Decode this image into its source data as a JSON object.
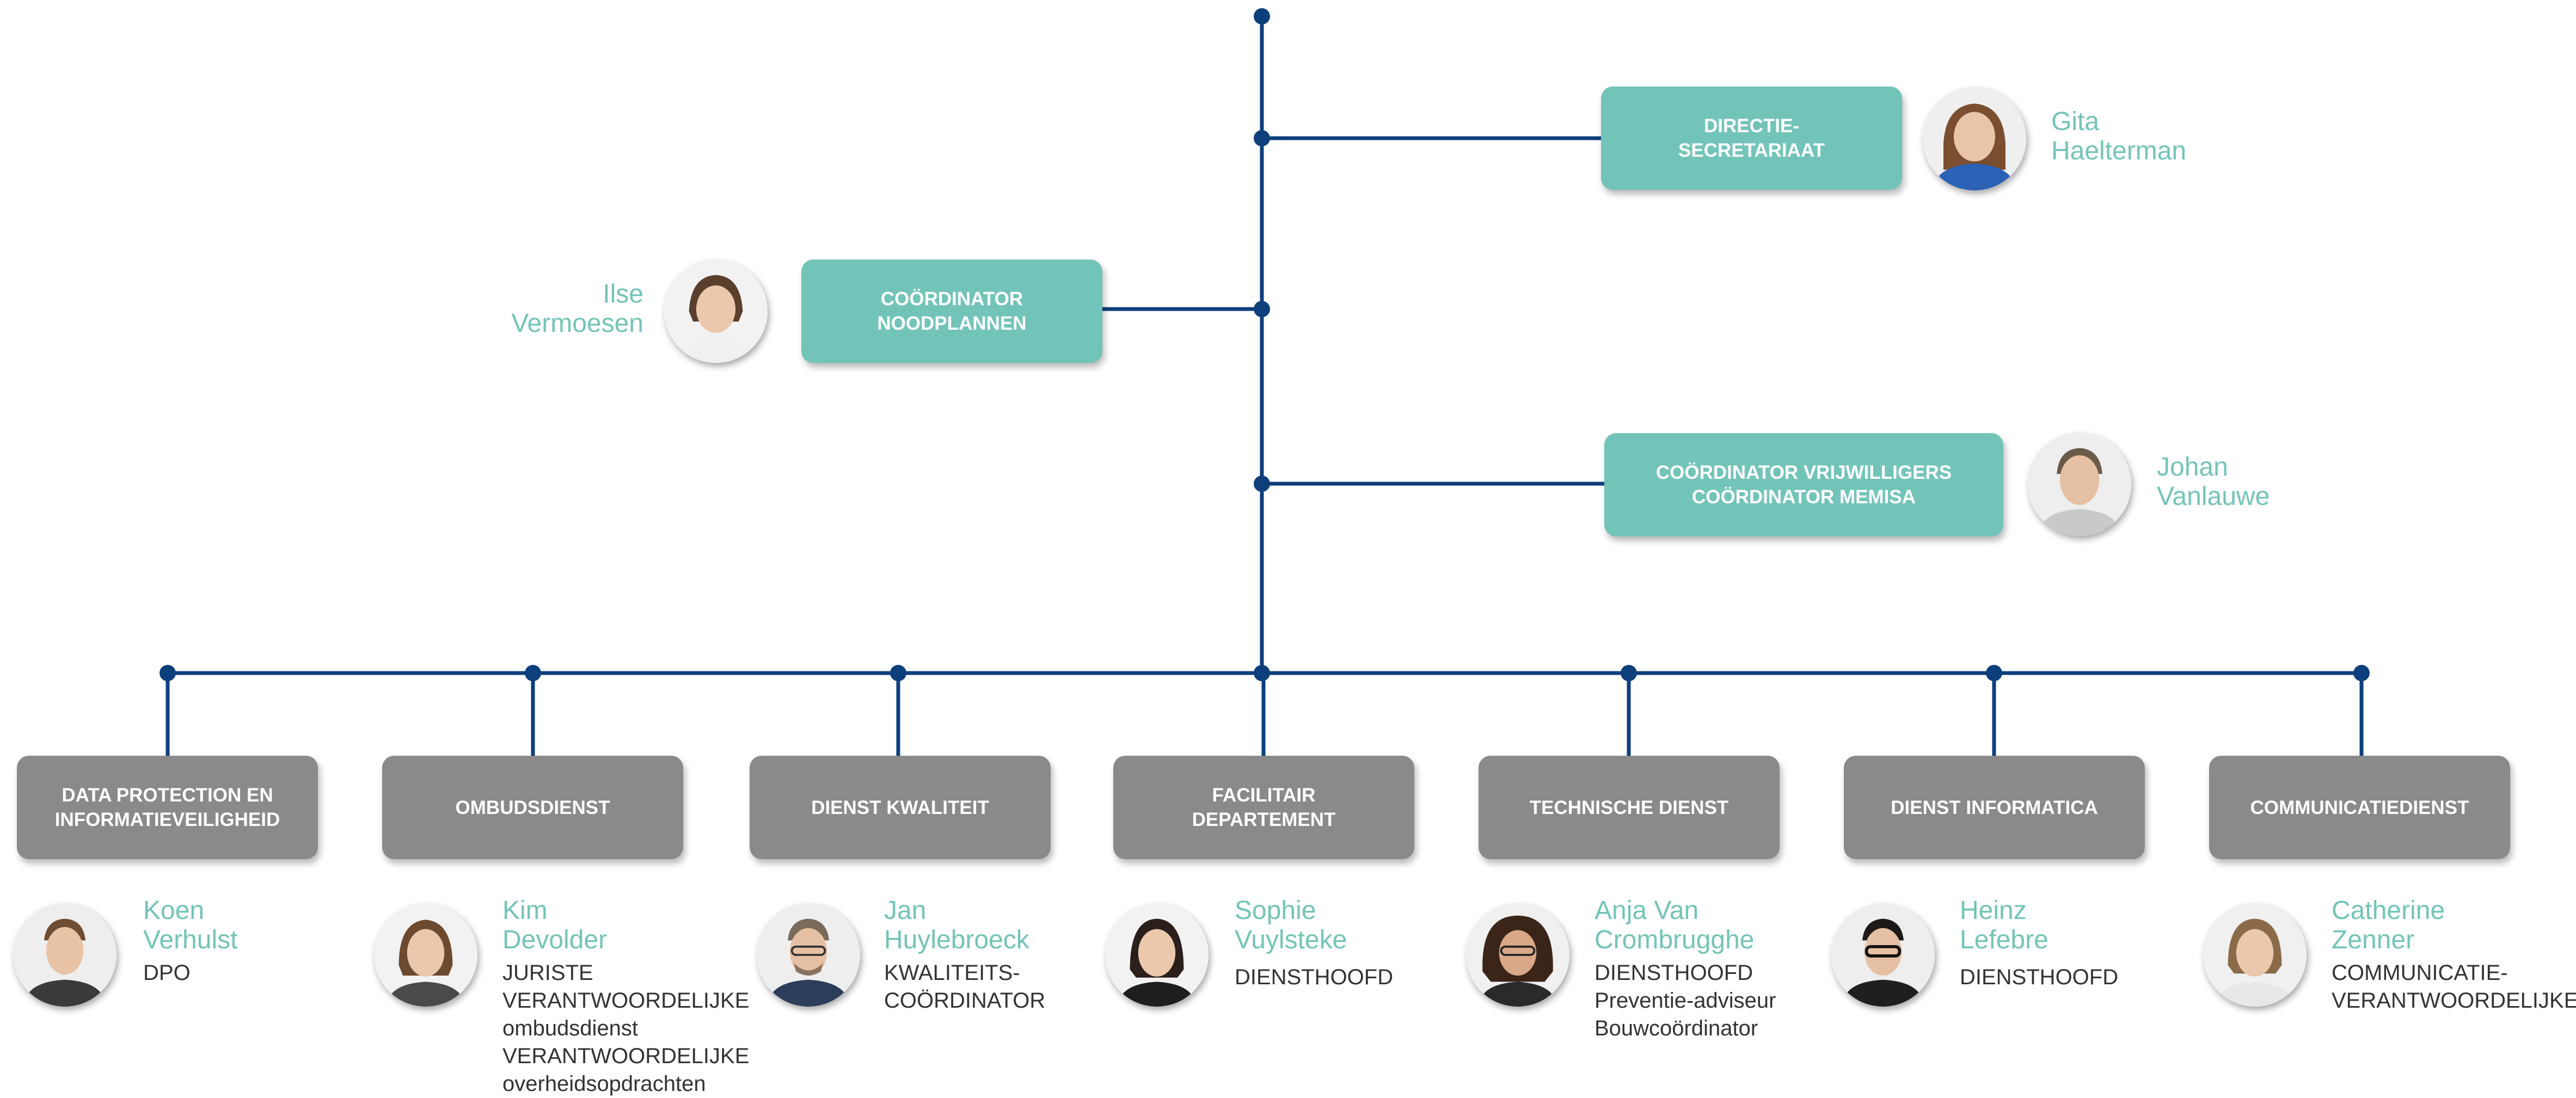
{
  "colors": {
    "line": "#0d3f7c",
    "teal": "#73c4b8",
    "grey": "#8a8a8a",
    "name_text": "#73c4b8",
    "role_text": "#333333"
  },
  "top_boxes": [
    {
      "id": "directie",
      "label": "DIRECTIE-\nSECRETARIAAT",
      "person": {
        "name": "Gita\nHaelterman",
        "avatar": "person-photo-icon"
      }
    },
    {
      "id": "noodplannen",
      "label": "COÖRDINATOR\nNOODPLANNEN",
      "person": {
        "name": "Ilse\nVermoesen",
        "avatar": "person-photo-icon"
      }
    },
    {
      "id": "vrijwilligers",
      "label": "COÖRDINATOR VRIJWILLIGERS\nCOÖRDINATOR MEMISA",
      "person": {
        "name": "Johan\nVanlauwe",
        "avatar": "person-photo-icon"
      }
    }
  ],
  "departments": [
    {
      "label": "DATA PROTECTION EN\nINFORMATIEVEILIGHEID",
      "name": "Koen\nVerhulst",
      "role": "DPO"
    },
    {
      "label": "OMBUDSDIENST",
      "name": "Kim\nDevolder",
      "role": "JURISTE\nVERANTWOORDELIJKE\nombudsdienst\nVERANTWOORDELIJKE\noverheidsopdrachten"
    },
    {
      "label": "DIENST KWALITEIT",
      "name": "Jan\nHuylebroeck",
      "role": "KWALITEITS-\nCOÖRDINATOR"
    },
    {
      "label": "FACILITAIR\nDEPARTEMENT",
      "name": "Sophie\nVuylsteke",
      "role": "DIENSTHOOFD"
    },
    {
      "label": "TECHNISCHE DIENST",
      "name": "Anja Van\nCrombrugghe",
      "role": "DIENSTHOOFD\nPreventie-adviseur\nBouwcoördinator"
    },
    {
      "label": "DIENST INFORMATICA",
      "name": "Heinz\nLefebre",
      "role": "DIENSTHOOFD"
    },
    {
      "label": "COMMUNICATIEDIENST",
      "name": "Catherine\nZenner",
      "role": "COMMUNICATIE-\nVERANTWOORDELIJKE"
    }
  ]
}
